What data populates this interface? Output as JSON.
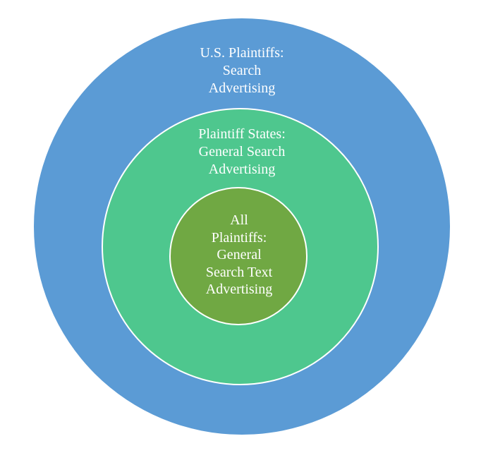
{
  "diagram": {
    "outer": {
      "label": "U.S. Plaintiffs:\nSearch\nAdvertising",
      "color": "#5b9bd5"
    },
    "middle": {
      "label": "Plaintiff States:\nGeneral Search\nAdvertising",
      "color": "#4ec78e"
    },
    "inner": {
      "label": "All\nPlaintiffs:\nGeneral\nSearch Text\nAdvertising",
      "color": "#70a843"
    }
  }
}
